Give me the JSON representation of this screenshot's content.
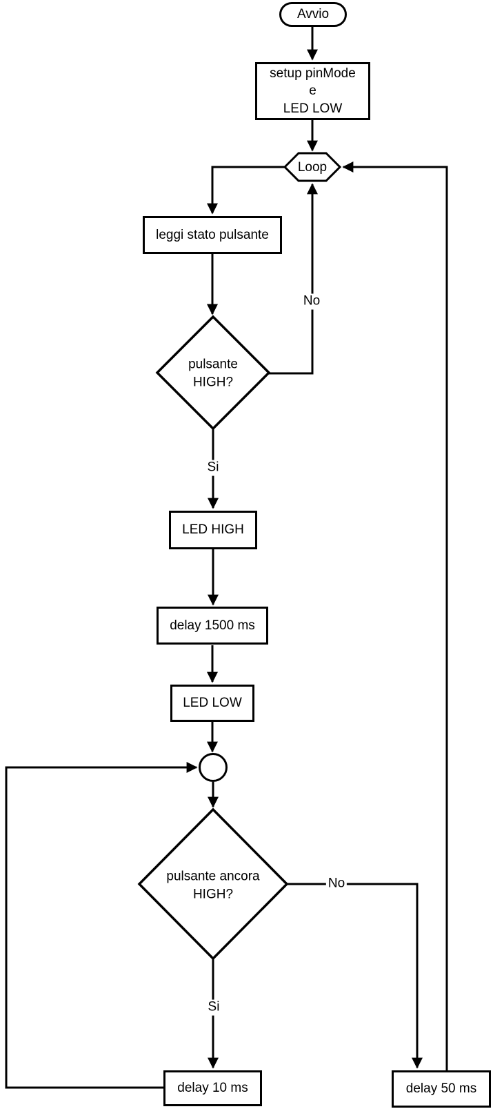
{
  "diagram": {
    "colors": {
      "stroke": "#000000",
      "background": "#ffffff",
      "text": "#000000"
    },
    "nodes": {
      "start": {
        "label": "Avvio"
      },
      "setup": {
        "label": "setup pinMode\ne\nLED LOW"
      },
      "loop": {
        "label": "Loop"
      },
      "read_button": {
        "label": "leggi stato pulsante"
      },
      "button_high": {
        "label": "pulsante\nHIGH?"
      },
      "led_high": {
        "label": "LED HIGH"
      },
      "delay_1500": {
        "label": "delay 1500 ms"
      },
      "led_low": {
        "label": "LED LOW"
      },
      "button_still_high": {
        "label": "pulsante ancora\nHIGH?"
      },
      "delay_10": {
        "label": "delay 10 ms"
      },
      "delay_50": {
        "label": "delay 50 ms"
      }
    },
    "edge_labels": {
      "button_high_no": "No",
      "button_high_si": "Si",
      "button_still_high_no": "No",
      "button_still_high_si": "Si"
    }
  }
}
